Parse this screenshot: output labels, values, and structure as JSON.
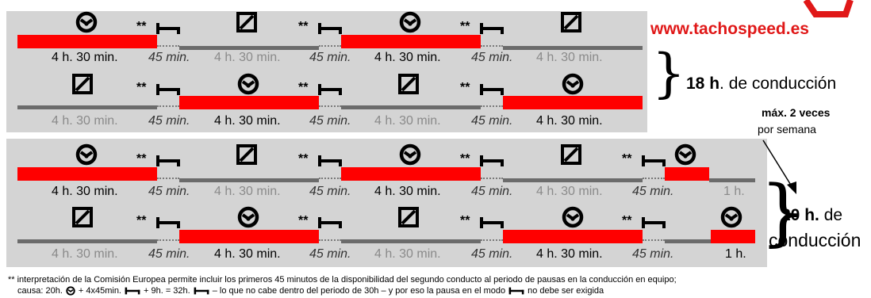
{
  "website": "www.tachospeed.es",
  "stars": "**",
  "durations": {
    "drive": "4 h. 30 min.",
    "brk": "45 min.",
    "short_drive": "1 h."
  },
  "panel1": {
    "total_bold": "18 h",
    "total_rest": ". de conducción",
    "max_bold": "máx. 2 veces",
    "max_rest": "por semana"
  },
  "panel2": {
    "total_bold": "20 h.",
    "total_rest1": "de",
    "total_rest2": "conducción"
  },
  "footnote": {
    "line1": "** interpretación de la Comisión Europea permite incluir los primeros 45 minutos de la disponibilidad del segundo conducto al periodo de pausas en la conducción en equipo;",
    "line2a": "causa: 20h.",
    "line2b": "+ 4x45min.",
    "line2c": "+ 9h. = 32h.",
    "line2d": "– lo que no cabe dentro del periodo de 30h – y por eso la pausa en el modo",
    "line2e": "no debe ser exigida"
  },
  "colors": {
    "driving": "#ff0000",
    "other_work": "#6b6b6b",
    "panel": "#d4d4d4",
    "brand": "#e01818"
  },
  "icons": [
    "steering-wheel-icon",
    "availability-icon",
    "break-bed-icon"
  ]
}
